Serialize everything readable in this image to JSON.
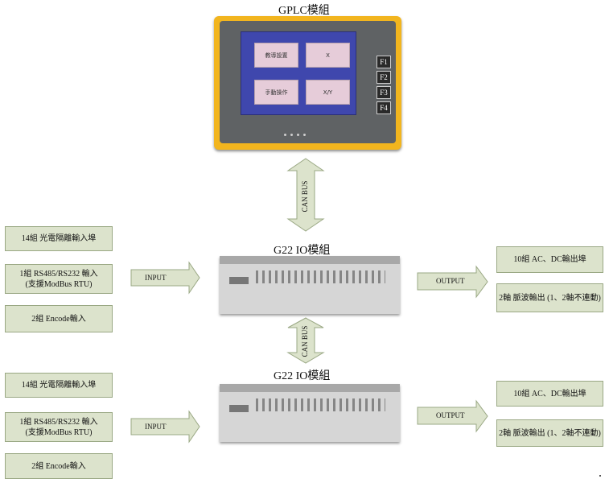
{
  "gplc": {
    "title": "GPLC模組",
    "screen_buttons": [
      "教導設置",
      "X",
      "手動操作",
      "X/Y"
    ],
    "function_keys": [
      "F1",
      "F2",
      "F3",
      "F4"
    ]
  },
  "bus_label": "CAN BUS",
  "modules": [
    {
      "title": "G22 IO模組",
      "inputs": [
        "14組 光電隔離輸入埠",
        "1組 RS485/RS232 輸入\n(支援ModBus RTU)",
        "2組 Encode輸入"
      ],
      "input_label": "INPUT",
      "output_label": "OUTPUT",
      "outputs": [
        "10組 AC、DC輸出埠",
        "2軸 脈波輸出 (1、2軸不連動)"
      ]
    },
    {
      "title": "G22 IO模組",
      "inputs": [
        "14組 光電隔離輸入埠",
        "1組 RS485/RS232 輸入\n(支援ModBus RTU)",
        "2組 Encode輸入"
      ],
      "input_label": "INPUT",
      "output_label": "OUTPUT",
      "outputs": [
        "10組 AC、DC輸出埠",
        "2軸 脈波輸出 (1、2軸不連動)"
      ]
    }
  ],
  "colors": {
    "box_fill": "#dce3cc",
    "box_border": "#9aa884",
    "hmi_frame": "#f2b51e",
    "screen": "#3f47ad"
  }
}
